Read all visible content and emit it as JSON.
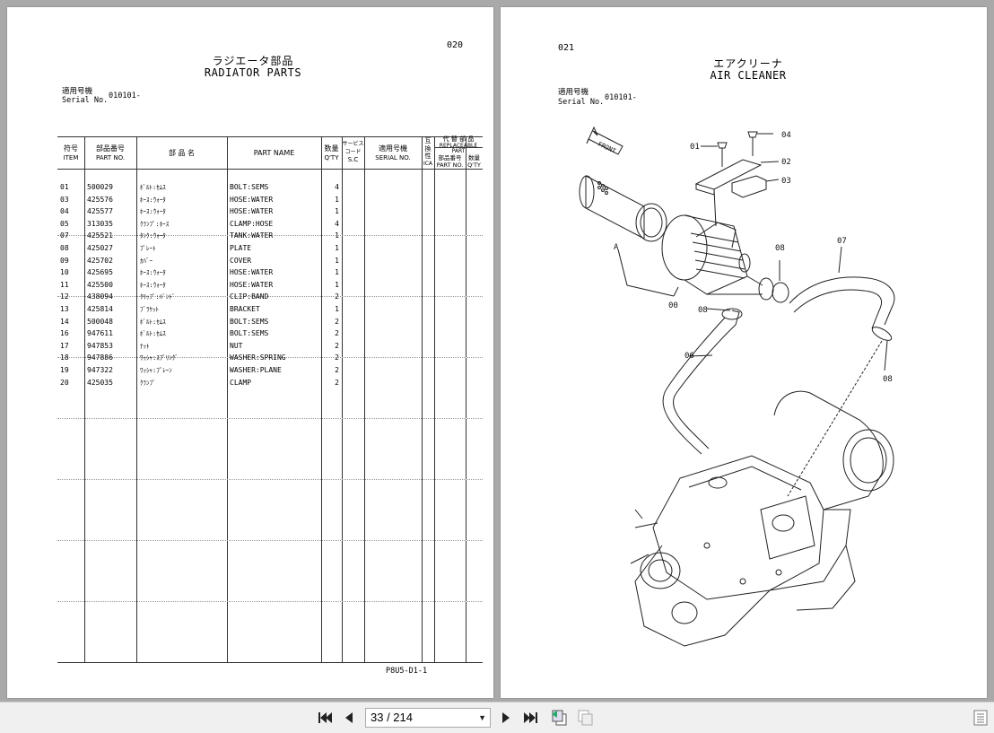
{
  "left_page": {
    "page_number": "020",
    "title_jp": "ラジエータ部品",
    "title_en": "RADIATOR PARTS",
    "serial_label_jp": "適用号機",
    "serial_label_en": "Serial No.",
    "serial_value": "010101-",
    "footer_code": "P8U5-D1-1",
    "table": {
      "headers": {
        "item_jp": "符号",
        "item_en": "ITEM",
        "part_no_jp": "部品番号",
        "part_no_en": "PART NO.",
        "name_jp": "部 品 名",
        "name_en": "PART NAME",
        "qty_jp": "数量",
        "qty_en": "Q'TY",
        "sc_jp1": "サービス",
        "sc_jp2": "コード",
        "sc_en": "S.C",
        "serial_jp": "適用号機",
        "serial_en": "SERIAL NO.",
        "ica_jp1": "互",
        "ica_jp2": "換",
        "ica_jp3": "性",
        "ica_en": "ICA",
        "repl_jp": "代 替 部 品",
        "repl_en1": "REPLACEABLE",
        "repl_en2": "PART",
        "repl_part_jp": "部品番号",
        "repl_part_en": "PART NO.",
        "repl_qty_jp": "数量",
        "repl_qty_en": "Q'TY"
      },
      "rows": [
        {
          "item": "01",
          "part_no": "500029",
          "name_jp": "ﾎﾞﾙﾄ:ｾﾑｽ",
          "name_en": "BOLT:SEMS",
          "qty": "4"
        },
        {
          "item": "03",
          "part_no": "425576",
          "name_jp": "ﾎｰｽ:ｳｫｰﾀ",
          "name_en": "HOSE:WATER",
          "qty": "1"
        },
        {
          "item": "04",
          "part_no": "425577",
          "name_jp": "ﾎｰｽ:ｳｫｰﾀ",
          "name_en": "HOSE:WATER",
          "qty": "1"
        },
        {
          "item": "05",
          "part_no": "313035",
          "name_jp": "ｸﾗﾝﾌﾟ:ﾎｰｽ",
          "name_en": "CLAMP:HOSE",
          "qty": "4"
        },
        {
          "item": "07",
          "part_no": "425521",
          "name_jp": "ﾀﾝｸ:ｳｫｰﾀ",
          "name_en": "TANK:WATER",
          "qty": "1"
        },
        {
          "item": "08",
          "part_no": "425027",
          "name_jp": "ﾌﾟﾚｰﾄ",
          "name_en": "PLATE",
          "qty": "1"
        },
        {
          "item": "09",
          "part_no": "425702",
          "name_jp": "ｶﾊﾞｰ",
          "name_en": "COVER",
          "qty": "1"
        },
        {
          "item": "10",
          "part_no": "425695",
          "name_jp": "ﾎｰｽ:ｳｫｰﾀ",
          "name_en": "HOSE:WATER",
          "qty": "1"
        },
        {
          "item": "11",
          "part_no": "425500",
          "name_jp": "ﾎｰｽ:ｳｫｰﾀ",
          "name_en": "HOSE:WATER",
          "qty": "1"
        },
        {
          "item": "12",
          "part_no": "438094",
          "name_jp": "ｸﾘｯﾌﾟ:ﾊﾞﾝﾄﾞ",
          "name_en": "CLIP:BAND",
          "qty": "2"
        },
        {
          "item": "13",
          "part_no": "425814",
          "name_jp": "ﾌﾞﾗｹｯﾄ",
          "name_en": "BRACKET",
          "qty": "1"
        },
        {
          "item": "14",
          "part_no": "500048",
          "name_jp": "ﾎﾞﾙﾄ:ｾﾑｽ",
          "name_en": "BOLT:SEMS",
          "qty": "2"
        },
        {
          "item": "16",
          "part_no": "947611",
          "name_jp": "ﾎﾞﾙﾄ:ｾﾑｽ",
          "name_en": "BOLT:SEMS",
          "qty": "2"
        },
        {
          "item": "17",
          "part_no": "947853",
          "name_jp": "ﾅｯﾄ",
          "name_en": "NUT",
          "qty": "2"
        },
        {
          "item": "18",
          "part_no": "947886",
          "name_jp": "ﾜｯｼｬ:ｽﾌﾟﾘﾝｸﾞ",
          "name_en": "WASHER:SPRING",
          "qty": "2"
        },
        {
          "item": "19",
          "part_no": "947322",
          "name_jp": "ﾜｯｼｬ:ﾌﾟﾚｰﾝ",
          "name_en": "WASHER:PLANE",
          "qty": "2"
        },
        {
          "item": "20",
          "part_no": "425035",
          "name_jp": "ｸﾗﾝﾌﾟ",
          "name_en": "CLAMP",
          "qty": "2"
        }
      ]
    }
  },
  "right_page": {
    "page_number": "021",
    "title_jp": "エアクリーナ",
    "title_en": "AIR CLEANER",
    "serial_label_jp": "適用号機",
    "serial_label_en": "Serial No.",
    "serial_value": "010101-",
    "diagram_labels": {
      "front": "FRONT",
      "l01": "01",
      "l02": "02",
      "l03": "03",
      "l04": "04",
      "l06": "06",
      "l07": "07",
      "l08a": "08",
      "l08b": "08",
      "l08c": "08",
      "l00": "00",
      "lA": "A"
    }
  },
  "toolbar": {
    "page_indicator": "33 / 214"
  }
}
